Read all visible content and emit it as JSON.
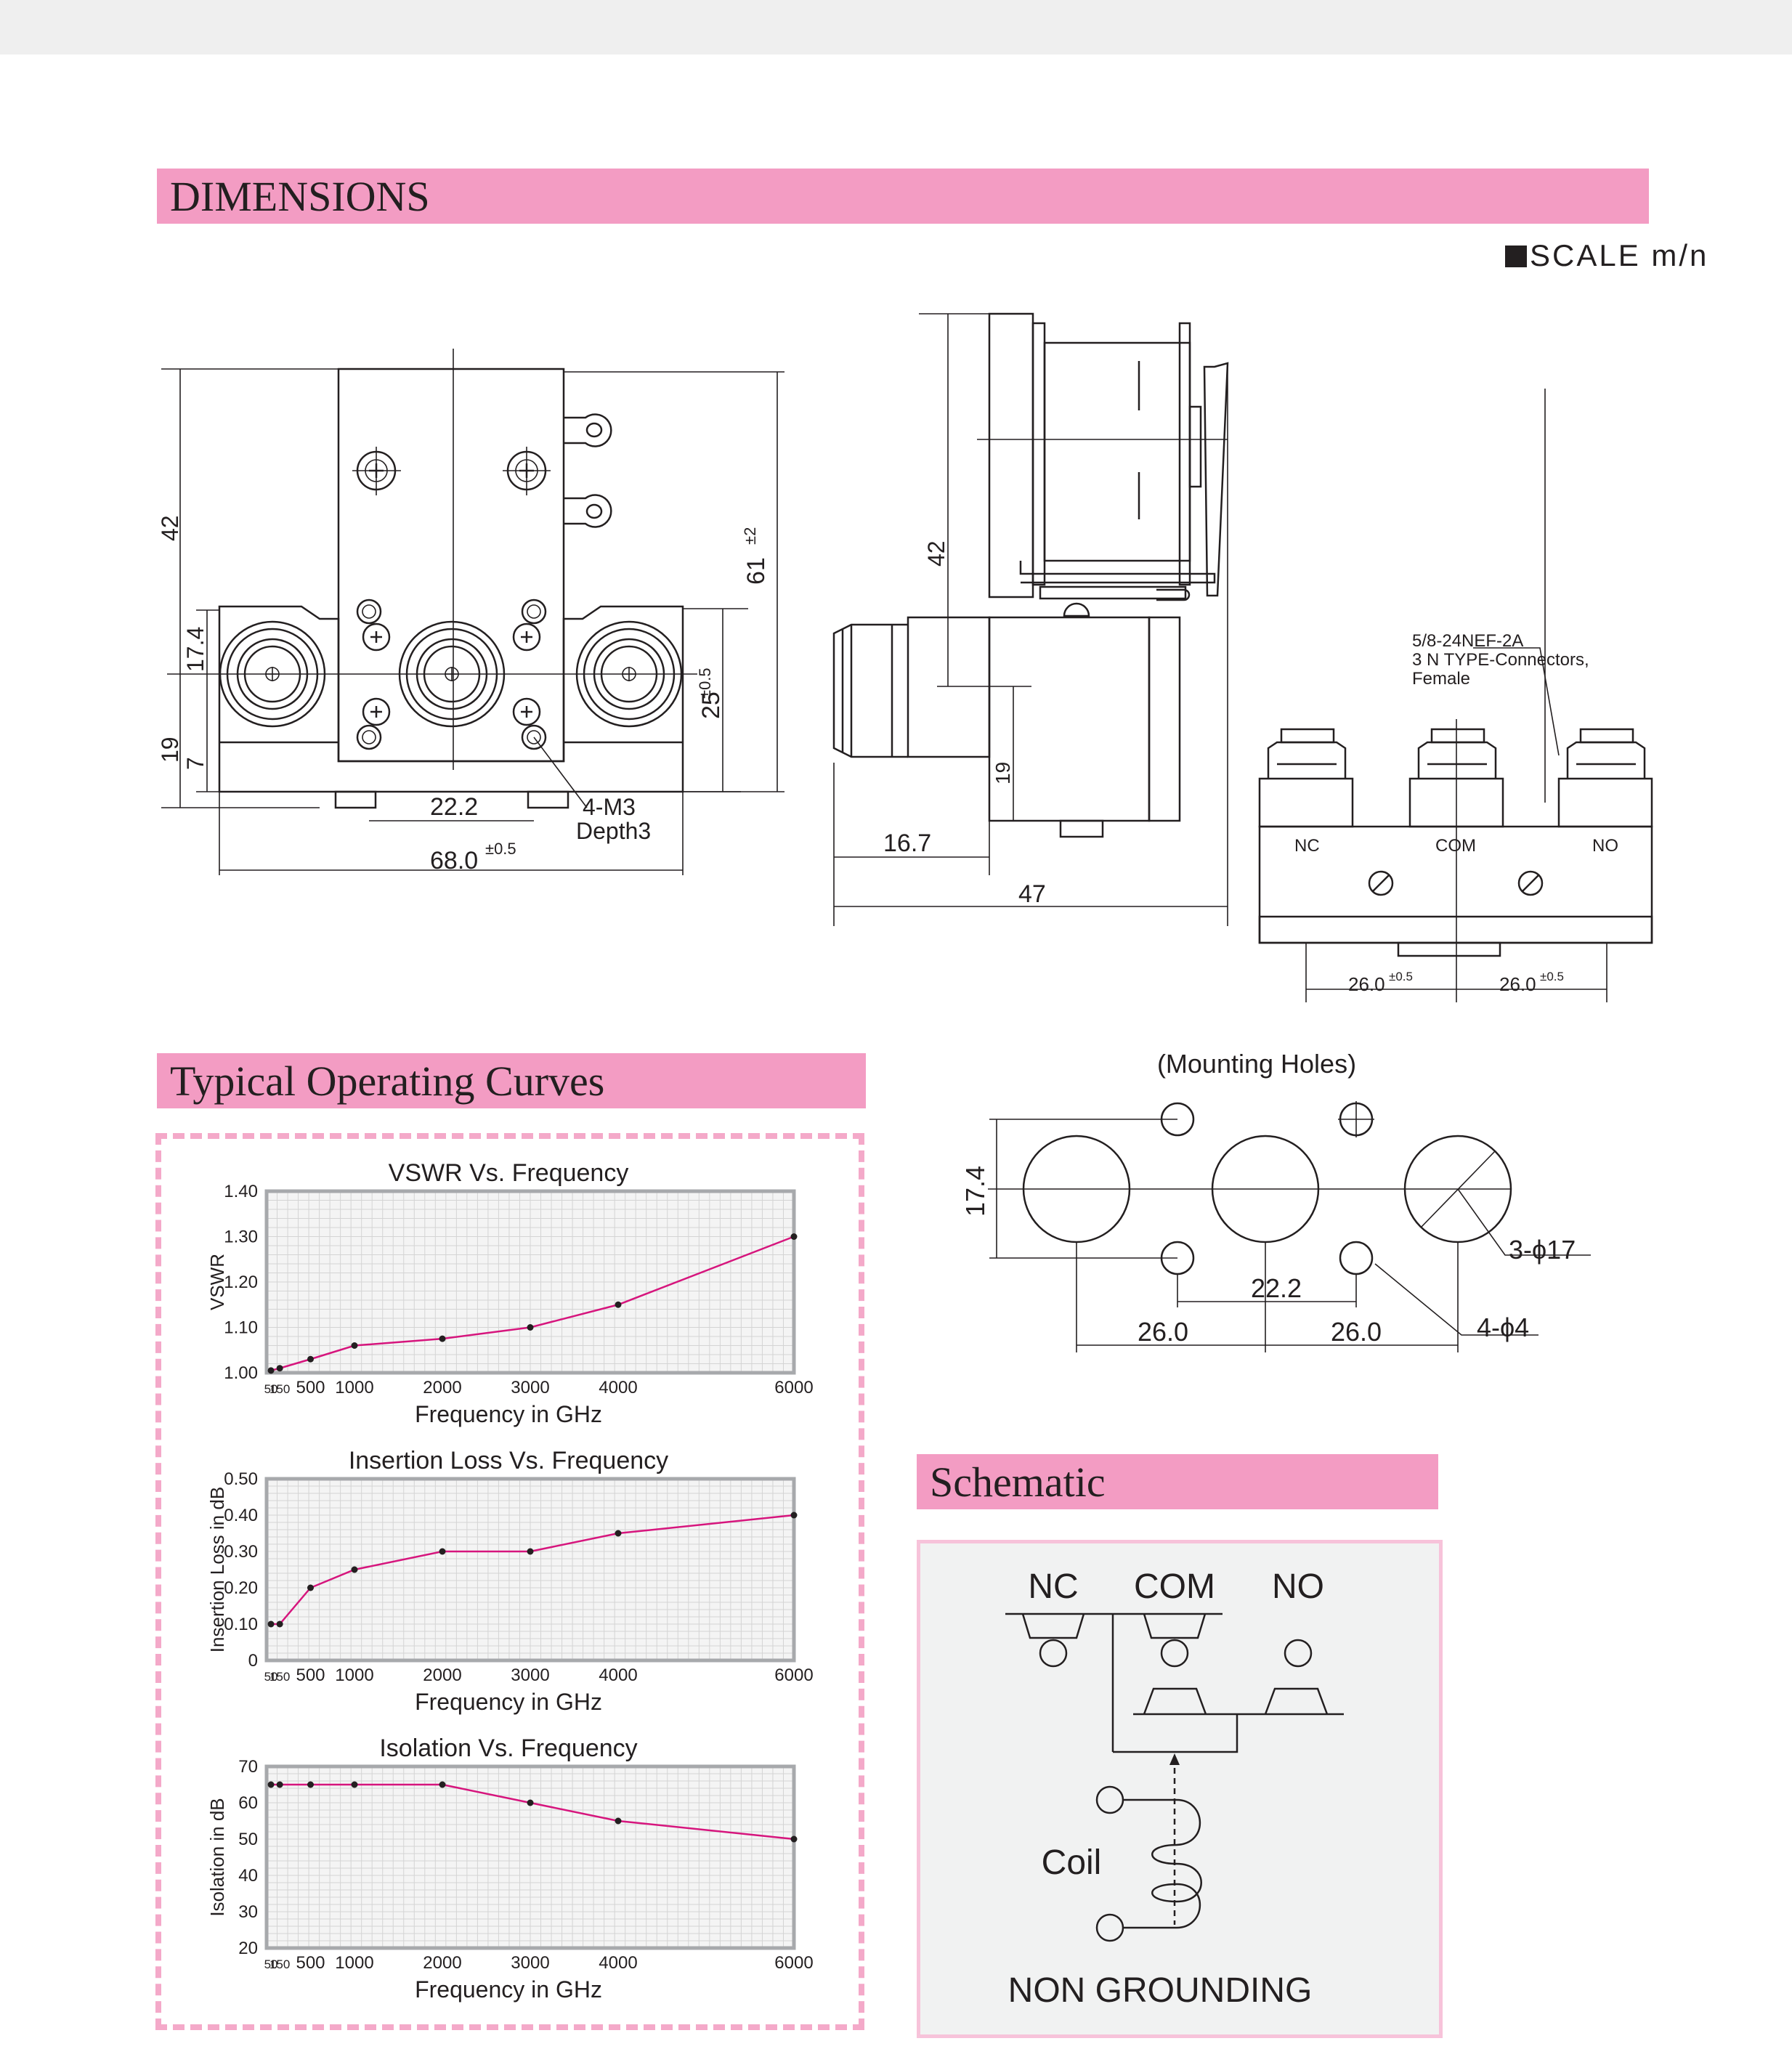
{
  "header": {
    "dimensions_title": "DIMENSIONS",
    "scale_label": "SCALE m/n",
    "curves_title": "Typical Operating Curves",
    "schematic_title": "Schematic"
  },
  "front_view": {
    "dim_42": "42",
    "dim_17_4": "17.4",
    "dim_19": "19",
    "dim_7": "7",
    "dim_22_2": "22.2",
    "dim_68": "68.0",
    "dim_68_tol": "±0.5",
    "dim_61": "61",
    "dim_61_tol": "±2",
    "dim_25": "25",
    "dim_25_tol": "±0.5",
    "screw_note_1": "4-M3",
    "screw_note_2": "Depth3"
  },
  "side_view": {
    "dim_42": "42",
    "dim_19": "19",
    "dim_16_7": "16.7",
    "dim_47": "47"
  },
  "bottom_view": {
    "connector_note_1": "5/8-24NEF-2A",
    "connector_note_2": "3 N TYPE-Connectors,",
    "connector_note_3": "Female",
    "port_nc": "NC",
    "port_com": "COM",
    "port_no": "NO",
    "dim_26_a": "26.0",
    "dim_26_a_tol": "±0.5",
    "dim_26_b": "26.0",
    "dim_26_b_tol": "±0.5"
  },
  "mounting": {
    "title": "(Mounting  Holes)",
    "dim_17_4": "17.4",
    "dim_22_2": "22.2",
    "dim_26_a": "26.0",
    "dim_26_b": "26.0",
    "large_holes": "3-ϕ17",
    "small_holes": "4-ϕ4"
  },
  "schematic": {
    "nc": "NC",
    "com": "COM",
    "no": "NO",
    "coil": "Coil",
    "note": "NON GROUNDING"
  },
  "colors": {
    "section_pink": "#f39cc3",
    "curve_magenta": "#d6157d",
    "dashed_border": "#f4a9c9",
    "schematic_bg": "#f1f2f2"
  },
  "chart_data": [
    {
      "type": "line",
      "title": "VSWR Vs. Frequency",
      "xlabel": "Frequency in GHz",
      "ylabel": "VSWR",
      "x_ticks": [
        "50",
        "150",
        "500",
        "1000",
        "2000",
        "3000",
        "4000",
        "6000"
      ],
      "y_ticks": [
        "1.00",
        "1.10",
        "1.20",
        "1.30",
        "1.40"
      ],
      "ylim": [
        1.0,
        1.4
      ],
      "x": [
        50,
        150,
        500,
        1000,
        2000,
        3000,
        4000,
        6000
      ],
      "y": [
        1.005,
        1.01,
        1.03,
        1.06,
        1.075,
        1.1,
        1.15,
        1.3
      ],
      "grid": true
    },
    {
      "type": "line",
      "title": "Insertion Loss Vs. Frequency",
      "xlabel": "Frequency in GHz",
      "ylabel": "Insertion Loss in dB",
      "x_ticks": [
        "50",
        "150",
        "500",
        "1000",
        "2000",
        "3000",
        "4000",
        "6000"
      ],
      "y_ticks": [
        "0",
        "0.10",
        "0.20",
        "0.30",
        "0.40",
        "0.50"
      ],
      "ylim": [
        0,
        0.5
      ],
      "x": [
        50,
        150,
        500,
        1000,
        2000,
        3000,
        4000,
        6000
      ],
      "y": [
        0.1,
        0.1,
        0.2,
        0.25,
        0.3,
        0.3,
        0.35,
        0.4
      ],
      "grid": true
    },
    {
      "type": "line",
      "title": "Isolation Vs. Frequency",
      "xlabel": "Frequency in GHz",
      "ylabel": "Isolation in dB",
      "x_ticks": [
        "50",
        "150",
        "500",
        "1000",
        "2000",
        "3000",
        "4000",
        "6000"
      ],
      "y_ticks": [
        "20",
        "30",
        "40",
        "50",
        "60",
        "70"
      ],
      "ylim": [
        20,
        70
      ],
      "x": [
        50,
        150,
        500,
        1000,
        2000,
        3000,
        4000,
        6000
      ],
      "y": [
        65,
        65,
        65,
        65,
        65,
        60,
        55,
        50
      ],
      "grid": true
    }
  ]
}
